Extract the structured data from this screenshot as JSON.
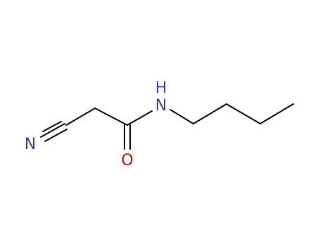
{
  "molecule": {
    "atoms": {
      "nitrogen_nitrile": "N",
      "nitrogen_amide": "N",
      "hydrogen_amide": "H",
      "oxygen_carbonyl": "O"
    },
    "colors": {
      "bond": "#000000",
      "nitrogen": "#3a3a8c",
      "oxygen": "#e00000",
      "background": "#ffffff"
    }
  }
}
